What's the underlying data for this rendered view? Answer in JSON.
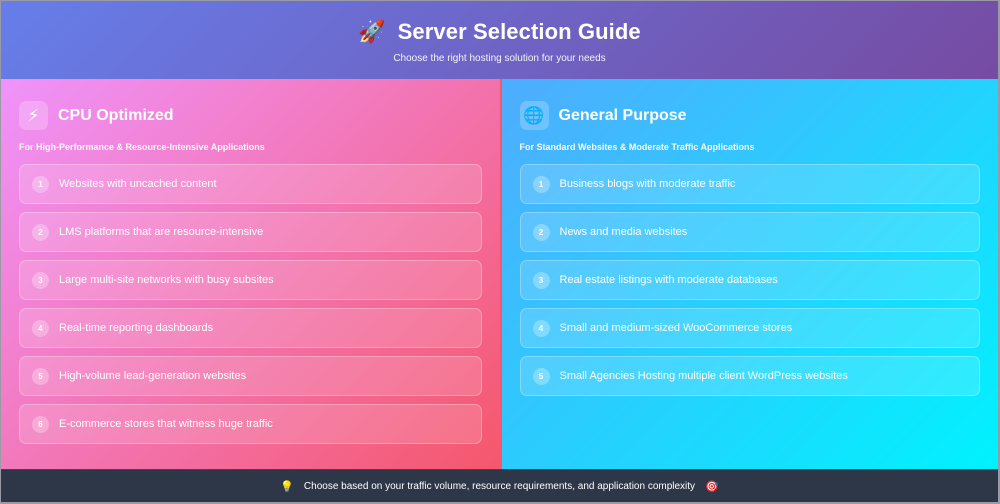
{
  "header": {
    "icon": "🚀",
    "title": "Server Selection Guide",
    "subtitle": "Choose the right hosting solution for your needs"
  },
  "panels": {
    "cpu": {
      "icon": "⚡",
      "title": "CPU Optimized",
      "subtitle": "For High-Performance & Resource-Intensive Applications",
      "items": [
        {
          "num": "1",
          "text": "Websites with uncached content"
        },
        {
          "num": "2",
          "text": "LMS platforms that are resource-intensive"
        },
        {
          "num": "3",
          "text": "Large multi-site networks with busy subsites"
        },
        {
          "num": "4",
          "text": "Real-time reporting dashboards"
        },
        {
          "num": "5",
          "text": "High-volume lead-generation websites"
        },
        {
          "num": "6",
          "text": "E-commerce stores that witness huge traffic"
        }
      ]
    },
    "general": {
      "icon": "🌐",
      "title": "General Purpose",
      "subtitle": "For Standard Websites & Moderate Traffic Applications",
      "items": [
        {
          "num": "1",
          "text": "Business blogs with moderate traffic"
        },
        {
          "num": "2",
          "text": "News and media websites"
        },
        {
          "num": "3",
          "text": "Real estate listings with moderate databases"
        },
        {
          "num": "4",
          "text": "Small and medium-sized WooCommerce stores"
        },
        {
          "num": "5",
          "text": "Small Agencies Hosting multiple client WordPress websites"
        }
      ]
    }
  },
  "footer": {
    "left_icon": "💡",
    "text": "Choose based on your traffic volume, resource requirements, and application complexity",
    "right_icon": "🎯"
  },
  "colors": {
    "header_gradient": [
      "#667eea",
      "#764ba2"
    ],
    "cpu_gradient": [
      "#f093fb",
      "#f5576c"
    ],
    "general_gradient": [
      "#4facfe",
      "#00f2fe"
    ],
    "footer_bg": "#2d3748"
  }
}
